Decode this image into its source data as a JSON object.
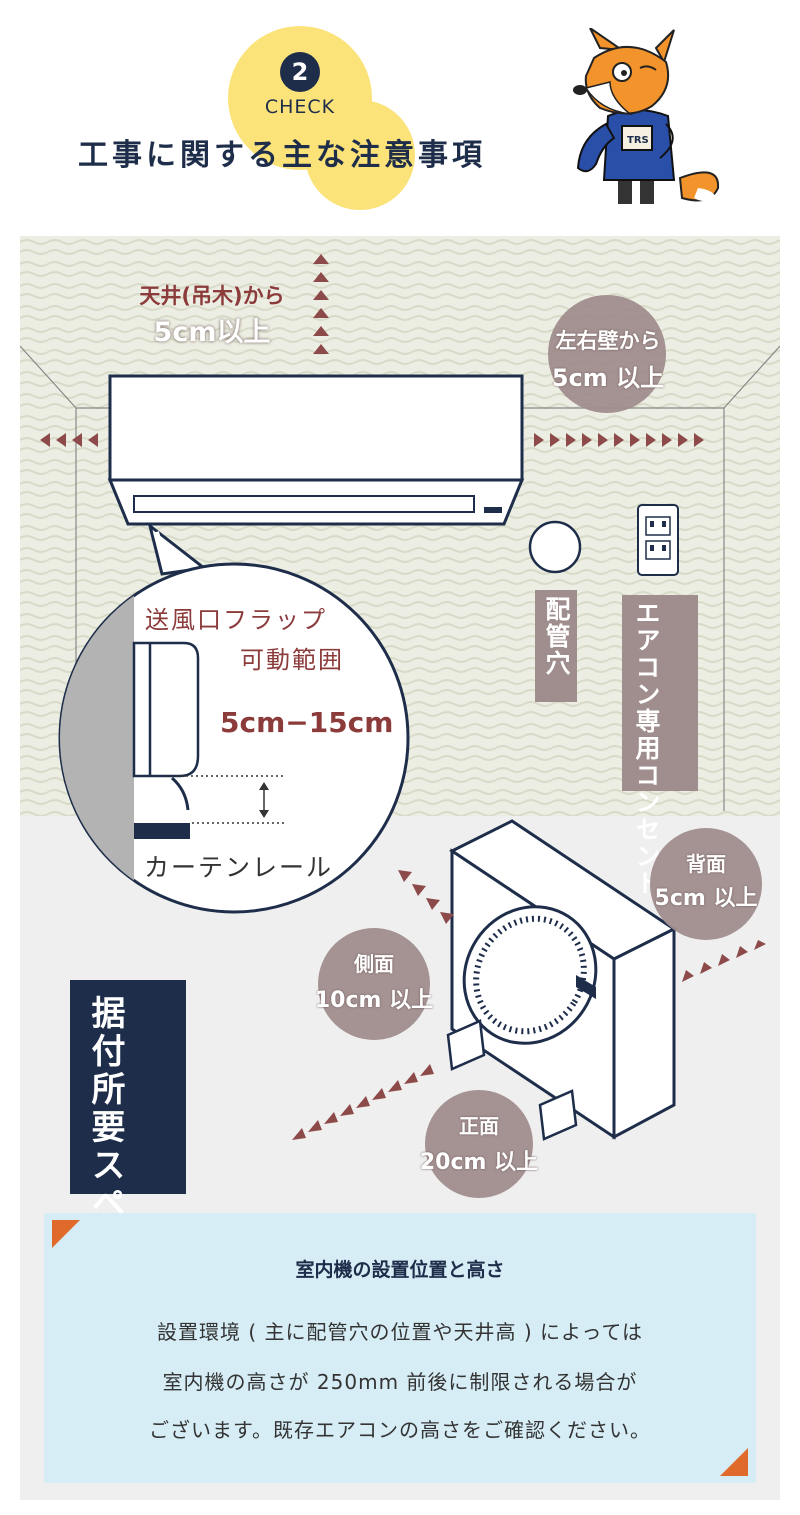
{
  "header": {
    "check_number": "2",
    "check_label": "CHECK",
    "title": "工事に関する主な注意事項",
    "mascot_badge": "TRS"
  },
  "indoor": {
    "ceiling_clearance": {
      "line1": "天井(吊木)から",
      "line2": "5cm以上"
    },
    "side_clearance": {
      "line1": "左右壁から",
      "line2": "5cm 以上"
    },
    "pipe_hole_label": "配管穴",
    "outlet_label": "エアコン専用コンセント",
    "flap": {
      "title_line1": "送風口フラップ",
      "title_line2": "可動範囲",
      "range": "5cm−15cm",
      "curtain_rail": "カーテンレール"
    }
  },
  "outdoor": {
    "space_label": "据付所要スペース",
    "back": {
      "line1": "背面",
      "line2": "5cm 以上"
    },
    "side": {
      "line1": "側面",
      "line2": "10cm 以上"
    },
    "front": {
      "line1": "正面",
      "line2": "20cm 以上"
    }
  },
  "info": {
    "title": "室内機の設置位置と高さ",
    "lines": [
      "設置環境 ( 主に配管穴の位置や天井高 ) によっては",
      "室内機の高さが 250mm 前後に制限される場合が",
      "ございます。既存エアコンの高さをご確認ください。"
    ]
  },
  "colors": {
    "navy": "#1e2d4a",
    "bubble": "#a08d8d",
    "arrow": "#8c4a4a",
    "accent_orange": "#e06a2c",
    "yellow": "#fbe37a",
    "info_bg": "#d6edf6"
  }
}
